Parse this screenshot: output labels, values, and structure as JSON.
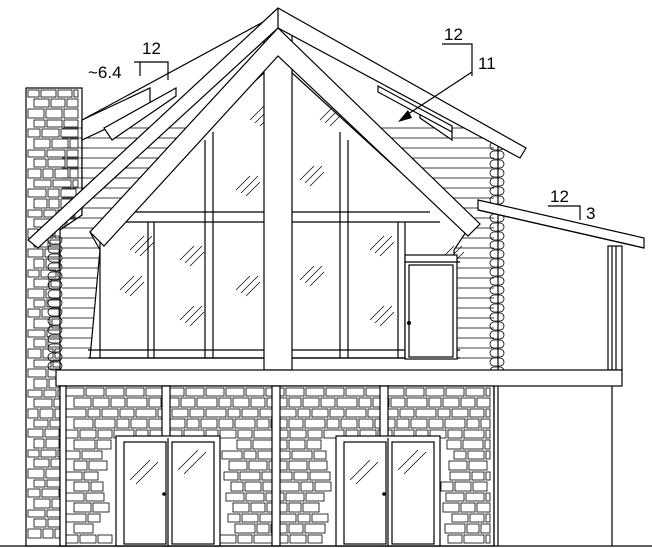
{
  "drawing": {
    "roof_pitch_main_left": {
      "rise": "~6.4",
      "run": "12"
    },
    "roof_pitch_main_right": {
      "rise": "11",
      "run": "12"
    },
    "roof_pitch_porch": {
      "rise": "3",
      "run": "12"
    }
  },
  "colors": {
    "line": "#000000",
    "background": "#ffffff"
  }
}
